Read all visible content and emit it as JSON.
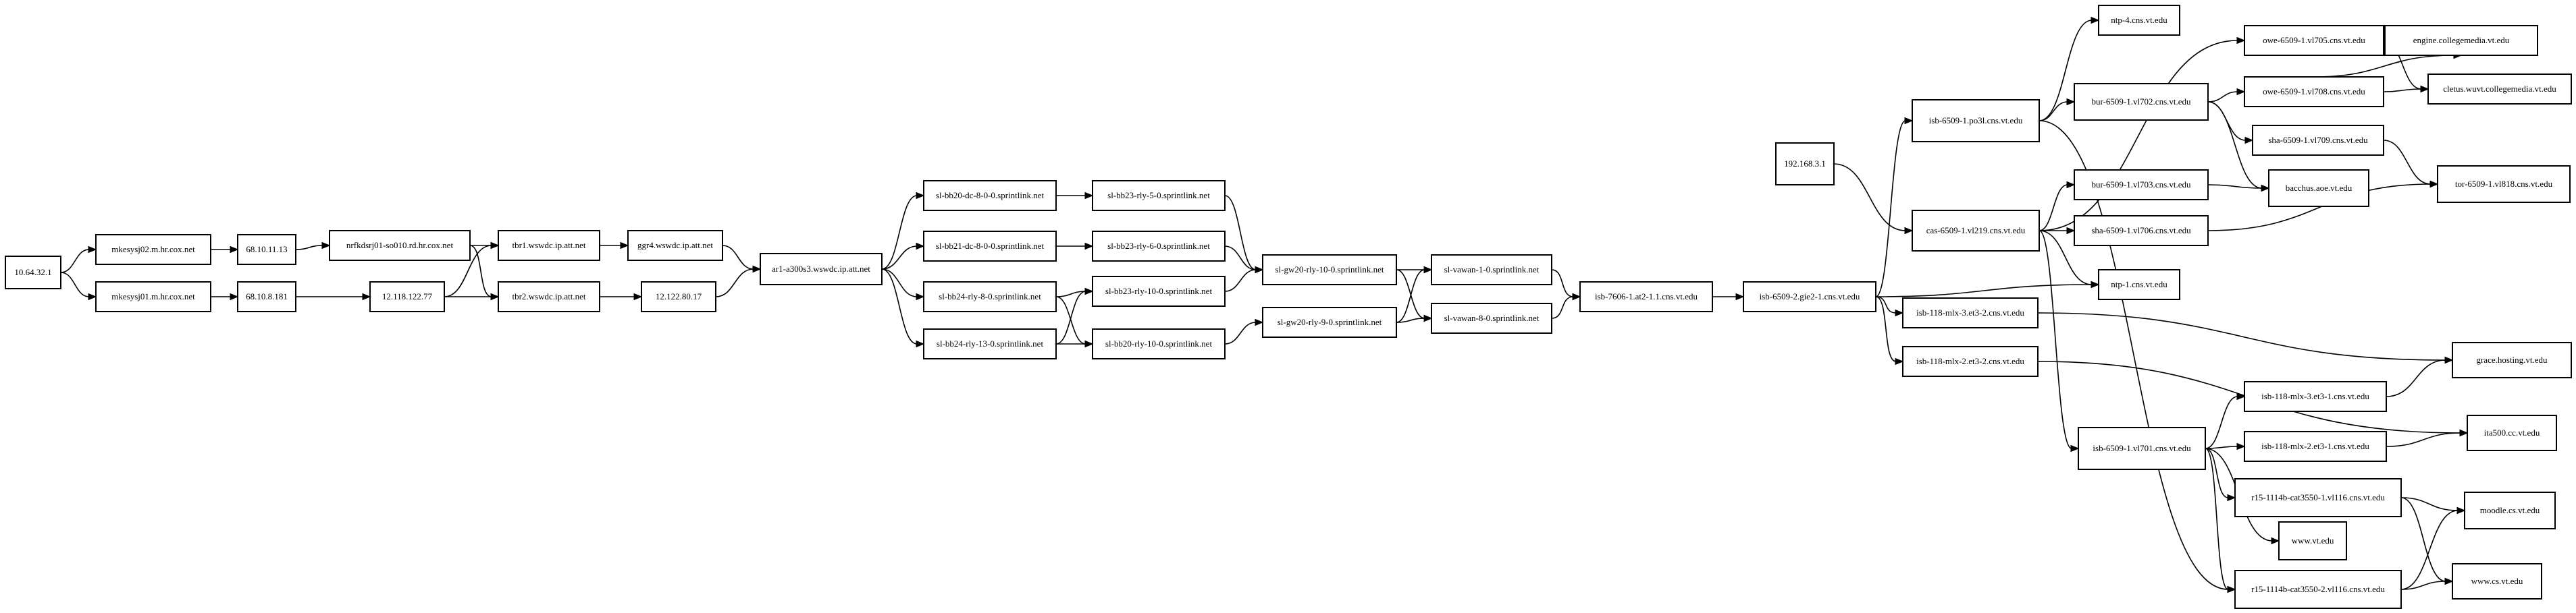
{
  "graph": {
    "nodes": [
      {
        "id": "n1",
        "label": "10.64.32.1"
      },
      {
        "id": "n2",
        "label": "mkesysj02.m.hr.cox.net"
      },
      {
        "id": "n3",
        "label": "mkesysj01.m.hr.cox.net"
      },
      {
        "id": "n4",
        "label": "68.10.11.13"
      },
      {
        "id": "n5",
        "label": "68.10.8.181"
      },
      {
        "id": "n6",
        "label": "nrfkdsrj01-so010.rd.hr.cox.net"
      },
      {
        "id": "n7",
        "label": "12.118.122.77"
      },
      {
        "id": "n8",
        "label": "tbr1.wswdc.ip.att.net"
      },
      {
        "id": "n9",
        "label": "tbr2.wswdc.ip.att.net"
      },
      {
        "id": "n10",
        "label": "ggr4.wswdc.ip.att.net"
      },
      {
        "id": "n11",
        "label": "12.122.80.17"
      },
      {
        "id": "n12",
        "label": "ar1-a300s3.wswdc.ip.att.net"
      },
      {
        "id": "n13",
        "label": "sl-bb20-dc-8-0-0.sprintlink.net"
      },
      {
        "id": "n14",
        "label": "sl-bb21-dc-8-0-0.sprintlink.net"
      },
      {
        "id": "n15",
        "label": "sl-bb24-rly-8-0.sprintlink.net"
      },
      {
        "id": "n16",
        "label": "sl-bb24-rly-13-0.sprintlink.net"
      },
      {
        "id": "n17",
        "label": "sl-bb23-rly-5-0.sprintlink.net"
      },
      {
        "id": "n18",
        "label": "sl-bb23-rly-6-0.sprintlink.net"
      },
      {
        "id": "n19",
        "label": "sl-bb23-rly-10-0.sprintlink.net"
      },
      {
        "id": "n20",
        "label": "sl-bb20-rly-10-0.sprintlink.net"
      },
      {
        "id": "n21",
        "label": "sl-gw20-rly-10-0.sprintlink.net"
      },
      {
        "id": "n22",
        "label": "sl-gw20-rly-9-0.sprintlink.net"
      },
      {
        "id": "n23",
        "label": "sl-vawan-1-0.sprintlink.net"
      },
      {
        "id": "n24",
        "label": "sl-vawan-8-0.sprintlink.net"
      },
      {
        "id": "n25",
        "label": "isb-7606-1.at2-1.1.cns.vt.edu"
      },
      {
        "id": "n26",
        "label": "isb-6509-2.gie2-1.cns.vt.edu"
      },
      {
        "id": "n27",
        "label": "192.168.3.1"
      },
      {
        "id": "n28",
        "label": "isb-6509-1.po3l.cns.vt.edu"
      },
      {
        "id": "n29",
        "label": "cas-6509-1.vl219.cns.vt.edu"
      },
      {
        "id": "n30",
        "label": "isb-118-mlx-3.et3-2.cns.vt.edu"
      },
      {
        "id": "n31",
        "label": "isb-118-mlx-2.et3-2.cns.vt.edu"
      },
      {
        "id": "n32",
        "label": "isb-6509-1.vl701.cns.vt.edu"
      },
      {
        "id": "n33",
        "label": "ntp-4.cns.vt.edu"
      },
      {
        "id": "n34",
        "label": "bur-6509-1.vl702.cns.vt.edu"
      },
      {
        "id": "n35",
        "label": "bur-6509-1.vl703.cns.vt.edu"
      },
      {
        "id": "n36",
        "label": "sha-6509-1.vl706.cns.vt.edu"
      },
      {
        "id": "n37",
        "label": "ntp-1.cns.vt.edu"
      },
      {
        "id": "n38",
        "label": "isb-118-mlx-3.et3-1.cns.vt.edu"
      },
      {
        "id": "n39",
        "label": "isb-118-mlx-2.et3-1.cns.vt.edu"
      },
      {
        "id": "n40",
        "label": "r15-1114b-cat3550-1.vl116.cns.vt.edu"
      },
      {
        "id": "n41",
        "label": "www.vt.edu"
      },
      {
        "id": "n42",
        "label": "r15-1114b-cat3550-2.vl116.cns.vt.edu"
      },
      {
        "id": "n43",
        "label": "owe-6509-1.vl705.cns.vt.edu"
      },
      {
        "id": "n44",
        "label": "owe-6509-1.vl708.cns.vt.edu"
      },
      {
        "id": "n45",
        "label": "sha-6509-1.vl709.cns.vt.edu"
      },
      {
        "id": "n46",
        "label": "bacchus.aoe.vt.edu"
      },
      {
        "id": "n47",
        "label": "engine.collegemedia.vt.edu"
      },
      {
        "id": "n48",
        "label": "cletus.wuvt.collegemedia.vt.edu"
      },
      {
        "id": "n49",
        "label": "tor-6509-1.vl818.cns.vt.edu"
      },
      {
        "id": "n50",
        "label": "grace.hosting.vt.edu"
      },
      {
        "id": "n51",
        "label": "ita500.cc.vt.edu"
      },
      {
        "id": "n52",
        "label": "moodle.cs.vt.edu"
      },
      {
        "id": "n53",
        "label": "www.cs.vt.edu"
      }
    ],
    "edges": [
      [
        "n1",
        "n2"
      ],
      [
        "n1",
        "n3"
      ],
      [
        "n2",
        "n4"
      ],
      [
        "n3",
        "n5"
      ],
      [
        "n4",
        "n6"
      ],
      [
        "n5",
        "n7"
      ],
      [
        "n6",
        "n8"
      ],
      [
        "n6",
        "n9"
      ],
      [
        "n7",
        "n8"
      ],
      [
        "n7",
        "n9"
      ],
      [
        "n8",
        "n10"
      ],
      [
        "n9",
        "n11"
      ],
      [
        "n10",
        "n12"
      ],
      [
        "n11",
        "n12"
      ],
      [
        "n12",
        "n13"
      ],
      [
        "n12",
        "n14"
      ],
      [
        "n12",
        "n15"
      ],
      [
        "n12",
        "n16"
      ],
      [
        "n13",
        "n17"
      ],
      [
        "n14",
        "n18"
      ],
      [
        "n15",
        "n19"
      ],
      [
        "n15",
        "n20"
      ],
      [
        "n16",
        "n19"
      ],
      [
        "n16",
        "n20"
      ],
      [
        "n17",
        "n21"
      ],
      [
        "n18",
        "n21"
      ],
      [
        "n19",
        "n21"
      ],
      [
        "n20",
        "n22"
      ],
      [
        "n21",
        "n23"
      ],
      [
        "n21",
        "n24"
      ],
      [
        "n22",
        "n23"
      ],
      [
        "n22",
        "n24"
      ],
      [
        "n23",
        "n25"
      ],
      [
        "n24",
        "n25"
      ],
      [
        "n25",
        "n26"
      ],
      [
        "n26",
        "n28"
      ],
      [
        "n26",
        "n30"
      ],
      [
        "n26",
        "n31"
      ],
      [
        "n26",
        "n37"
      ],
      [
        "n27",
        "n29"
      ],
      [
        "n28",
        "n33"
      ],
      [
        "n28",
        "n34"
      ],
      [
        "n28",
        "n42"
      ],
      [
        "n29",
        "n43"
      ],
      [
        "n29",
        "n35"
      ],
      [
        "n29",
        "n36"
      ],
      [
        "n29",
        "n37"
      ],
      [
        "n29",
        "n32"
      ],
      [
        "n34",
        "n44"
      ],
      [
        "n34",
        "n45"
      ],
      [
        "n34",
        "n46"
      ],
      [
        "n35",
        "n46"
      ],
      [
        "n36",
        "n49"
      ],
      [
        "n43",
        "n47"
      ],
      [
        "n43",
        "n48"
      ],
      [
        "n44",
        "n47"
      ],
      [
        "n44",
        "n48"
      ],
      [
        "n45",
        "n49"
      ],
      [
        "n30",
        "n50"
      ],
      [
        "n31",
        "n51"
      ],
      [
        "n32",
        "n38"
      ],
      [
        "n32",
        "n39"
      ],
      [
        "n32",
        "n40"
      ],
      [
        "n32",
        "n41"
      ],
      [
        "n32",
        "n42"
      ],
      [
        "n38",
        "n50"
      ],
      [
        "n39",
        "n51"
      ],
      [
        "n40",
        "n52"
      ],
      [
        "n40",
        "n53"
      ],
      [
        "n42",
        "n52"
      ],
      [
        "n42",
        "n53"
      ]
    ]
  }
}
